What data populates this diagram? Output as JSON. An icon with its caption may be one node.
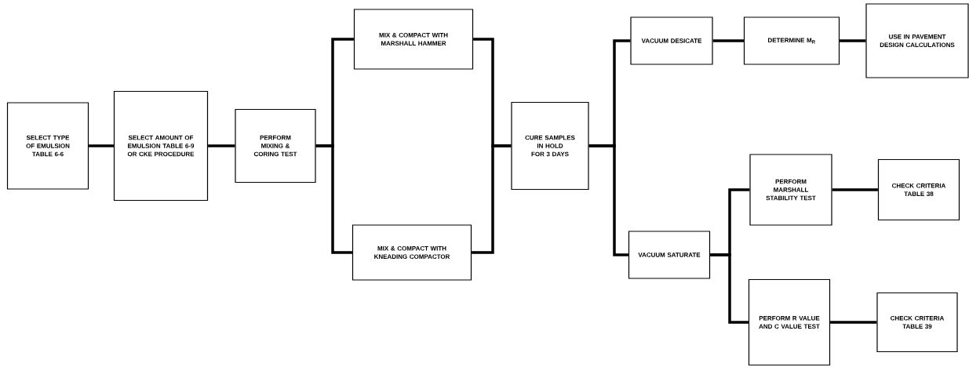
{
  "diagram": {
    "nodes": [
      {
        "text": [
          "SELECT TYPE OF EMULSION TABLE 6-6"
        ]
      },
      {
        "text": [
          "SELECT AMOUNT OF EMULSION TABLE 6-9 OR CKE PROCEDURE"
        ]
      },
      {
        "text": [
          "PERFORM MIXING & CORING TEST"
        ]
      },
      {
        "text": [
          "MIX & COMPACT WITH MARSHALL HAMMER"
        ]
      },
      {
        "text": [
          "MIX & COMPACT WITH KNEADING COMPACTOR"
        ]
      },
      {
        "text": [
          "CURE SAMPLES IN HOLD FOR 3 DAYS"
        ]
      },
      {
        "text": [
          "VACUUM DESICATE"
        ]
      },
      {
        "text": [
          "DETERMINE M$_{R}$"
        ]
      },
      {
        "text": [
          "USE IN PAVEMENT DESIGN CALCULATIONS"
        ]
      },
      {
        "text": [
          "PERFORM MARSHALL STABILITY TEST"
        ]
      },
      {
        "text": [
          "CHECK CRITERIA TABLE 38"
        ]
      },
      {
        "text": [
          "VACUUM SATURATE"
        ]
      },
      {
        "text": [
          "PERFORM R VALUE AND C VALUE TEST"
        ]
      },
      {
        "text": [
          "CHECK CRITERIA TABLE 39"
        ]
      }
    ],
    "edges": [
      {
        "from": 0,
        "to": 1,
        "arrow": "none"
      },
      {
        "from": 1,
        "to": 2,
        "arrow": "none"
      },
      {
        "from": 2,
        "to": 3,
        "arrow": "none"
      },
      {
        "from": 2,
        "to": 4,
        "arrow": "none"
      },
      {
        "from": 3,
        "to": 5,
        "arrow": "none"
      },
      {
        "from": 4,
        "to": 5,
        "arrow": "none"
      },
      {
        "from": 5,
        "to": 6,
        "arrow": "none"
      },
      {
        "from": 5,
        "to": 11,
        "arrow": "none"
      },
      {
        "from": 6,
        "to": 7,
        "arrow": "none"
      },
      {
        "from": 7,
        "to": 8,
        "arrow": "none"
      },
      {
        "from": 11,
        "to": 9,
        "arrow": "none"
      },
      {
        "from": 11,
        "to": 12,
        "arrow": "none"
      },
      {
        "from": 9,
        "to": 10,
        "arrow": "none"
      },
      {
        "from": 12,
        "to": 13,
        "arrow": "none"
      }
    ]
  }
}
